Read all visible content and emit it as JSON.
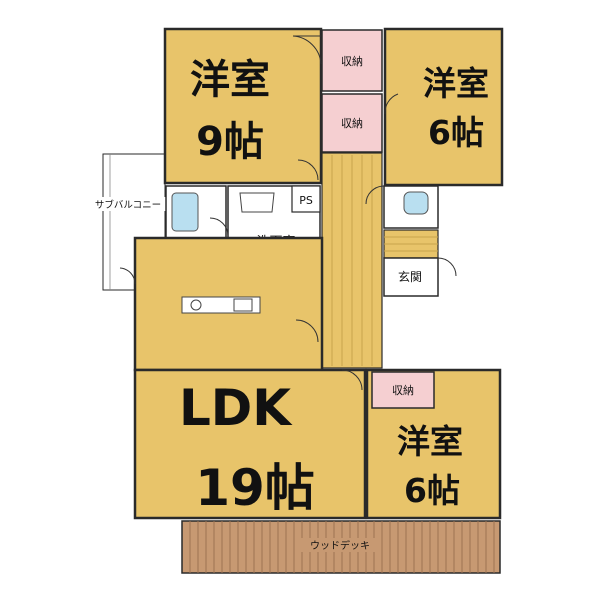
{
  "rooms": {
    "western_9": {
      "name": "洋室",
      "size": "9帖"
    },
    "western_6_top": {
      "name": "洋室",
      "size": "6帖"
    },
    "western_6_bottom": {
      "name": "洋室",
      "size": "6帖"
    },
    "ldk": {
      "name": "LDK",
      "size": "19帖"
    }
  },
  "labels": {
    "storage": "収納",
    "ps": "PS",
    "washroom": "洗面室",
    "entrance": "玄関",
    "sub_balcony": "サブバルコニー",
    "wood_deck": "ウッドデッキ"
  },
  "colors": {
    "room": "#e8c46a",
    "storage": "#f5cfd1",
    "wall": "#2a2a2a",
    "deck": "#c79972",
    "floor_white": "#ffffff",
    "bath": "#b9dff0"
  }
}
